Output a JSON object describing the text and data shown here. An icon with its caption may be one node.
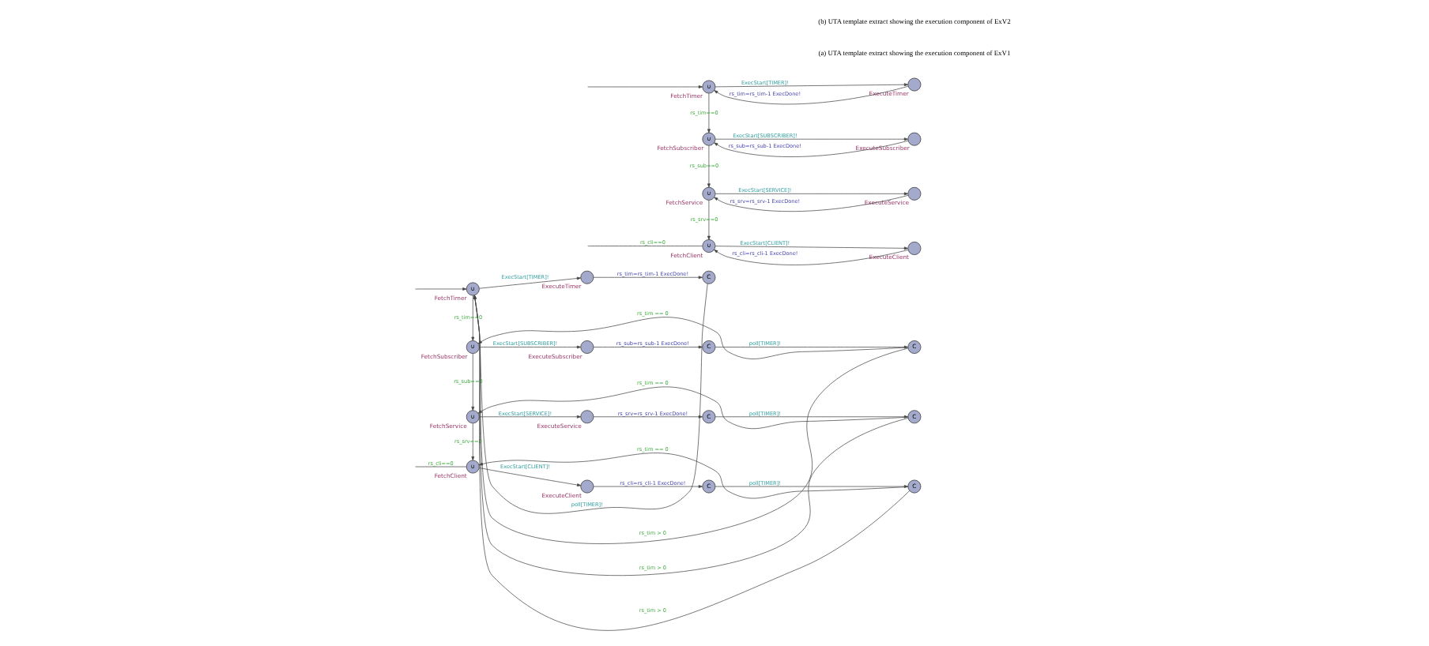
{
  "diagram": {
    "nodes": [
      {
        "text": [
          "∪"
        ],
        "beside": [
          "FetchTimer"
        ]
      },
      {
        "text": [],
        "shape": "circle",
        "beside": [
          "ExecuteTimer"
        ]
      },
      {
        "text": [
          "C"
        ]
      },
      {
        "text": [
          "∪"
        ],
        "beside": [
          "FetchSubscriber"
        ]
      },
      {
        "text": [],
        "shape": "circle",
        "beside": [
          "ExecuteSubscriber"
        ]
      },
      {
        "text": [
          "C"
        ]
      },
      {
        "text": [
          "C"
        ]
      },
      {
        "text": [
          "∪"
        ],
        "beside": [
          "FetchService"
        ]
      },
      {
        "text": [],
        "shape": "circle",
        "beside": [
          "ExecuteService"
        ]
      },
      {
        "text": [
          "C"
        ]
      },
      {
        "text": [
          "C"
        ]
      },
      {
        "text": [
          "∪"
        ],
        "beside": [
          "FetchClient"
        ]
      },
      {
        "text": [],
        "shape": "circle",
        "beside": [
          "ExecuteClient"
        ]
      },
      {
        "text": [
          "C"
        ]
      },
      {
        "text": [
          "C"
        ]
      },
      {
        "text": [
          "∪"
        ],
        "beside": [
          "FetchTimer"
        ]
      },
      {
        "text": [],
        "shape": "circle",
        "beside": [
          "ExecuteTimer"
        ]
      },
      {
        "text": [
          "∪"
        ],
        "beside": [
          "FetchSubscriber"
        ]
      },
      {
        "text": [],
        "shape": "circle",
        "beside": [
          "ExecuteSubscriber"
        ]
      },
      {
        "text": [
          "∪"
        ],
        "beside": [
          "FetchService"
        ]
      },
      {
        "text": [],
        "shape": "circle",
        "beside": [
          "ExecuteService"
        ]
      },
      {
        "text": [
          "∪"
        ],
        "beside": [
          "FetchClient"
        ]
      },
      {
        "text": [],
        "shape": "circle",
        "beside": [
          "ExecuteClient"
        ]
      }
    ],
    "edges": [
      {
        "from": null,
        "to": 0,
        "arrow": "to"
      },
      {
        "from": 0,
        "to": 1,
        "arrow": "to",
        "label": "ExecStart[TIMER]!"
      },
      {
        "from": 1,
        "to": 2,
        "arrow": "to",
        "label": "rs_tim=rs_tim-1 ExecDone!"
      },
      {
        "from": 2,
        "to": 0,
        "arrow": "to",
        "label": "poll[TIMER]!"
      },
      {
        "from": 0,
        "to": 3,
        "arrow": "to",
        "label": "rs_tim==0"
      },
      {
        "from": 3,
        "to": 4,
        "arrow": "to",
        "label": "ExecStart[SUBSCRIBER]!"
      },
      {
        "from": 4,
        "to": 5,
        "arrow": "to",
        "label": "rs_sub=rs_sub-1 ExecDone!"
      },
      {
        "from": 5,
        "to": 6,
        "arrow": "to",
        "label": "poll[TIMER]!"
      },
      {
        "from": 6,
        "to": 0,
        "arrow": "to",
        "label": "rs_tim > 0"
      },
      {
        "from": 6,
        "to": 3,
        "arrow": "to",
        "label": "rs_tim == 0"
      },
      {
        "from": 3,
        "to": 7,
        "arrow": "to",
        "label": "rs_sub==0"
      },
      {
        "from": 7,
        "to": 8,
        "arrow": "to",
        "label": "ExecStart[SERVICE]!"
      },
      {
        "from": 8,
        "to": 9,
        "arrow": "to",
        "label": "rs_srv=rs_srv-1 ExecDone!"
      },
      {
        "from": 9,
        "to": 10,
        "arrow": "to",
        "label": "poll[TIMER]!"
      },
      {
        "from": 10,
        "to": 7,
        "arrow": "to",
        "label": "rs_tim == 0"
      },
      {
        "from": 10,
        "to": 0,
        "arrow": "to",
        "label": "rs_tim > 0"
      },
      {
        "from": 7,
        "to": 11,
        "arrow": "to",
        "label": "rs_srv==0"
      },
      {
        "from": 11,
        "to": 12,
        "arrow": "to",
        "label": "ExecStart[CLIENT]!"
      },
      {
        "from": 12,
        "to": 13,
        "arrow": "to",
        "label": "rs_cli=rs_cli-1 ExecDone!"
      },
      {
        "from": 13,
        "to": 14,
        "arrow": "to",
        "label": "poll[TIMER]!"
      },
      {
        "from": 14,
        "to": 11,
        "arrow": "to",
        "label": "rs_tim == 0"
      },
      {
        "from": 14,
        "to": 0,
        "arrow": "to",
        "label": "rs_tim > 0"
      },
      {
        "from": null,
        "to": 11,
        "arrow": "none",
        "label": "rs_cli==0"
      },
      {
        "from": null,
        "to": 15,
        "arrow": "to"
      },
      {
        "from": 15,
        "to": 16,
        "arrow": "to",
        "label": "ExecStart[TIMER]!"
      },
      {
        "from": 16,
        "to": 15,
        "arrow": "to",
        "label": "rs_tim=rs_tim-1 ExecDone!"
      },
      {
        "from": 15,
        "to": 17,
        "arrow": "to",
        "label": "rs_tim==0"
      },
      {
        "from": 17,
        "to": 18,
        "arrow": "to",
        "label": "ExecStart[SUBSCRIBER]!"
      },
      {
        "from": 18,
        "to": 17,
        "arrow": "to",
        "label": "rs_sub=rs_sub-1 ExecDone!"
      },
      {
        "from": 17,
        "to": 19,
        "arrow": "to",
        "label": "rs_sub==0"
      },
      {
        "from": 19,
        "to": 20,
        "arrow": "to",
        "label": "ExecStart[SERVICE]!"
      },
      {
        "from": 20,
        "to": 19,
        "arrow": "to",
        "label": "rs_srv=rs_srv-1 ExecDone!"
      },
      {
        "from": 19,
        "to": 21,
        "arrow": "to",
        "label": "rs_srv==0"
      },
      {
        "from": 21,
        "to": 22,
        "arrow": "to",
        "label": "ExecStart[CLIENT]!"
      },
      {
        "from": 22,
        "to": 21,
        "arrow": "to",
        "label": "rs_cli=rs_cli-1 ExecDone!"
      },
      {
        "from": null,
        "to": 21,
        "arrow": "none",
        "label": "rs_cli==0"
      }
    ],
    "labels": [
      "(a) UTA template extract showing the execution component of ExV1",
      "(b) UTA template extract showing the execution component of ExV2"
    ]
  }
}
